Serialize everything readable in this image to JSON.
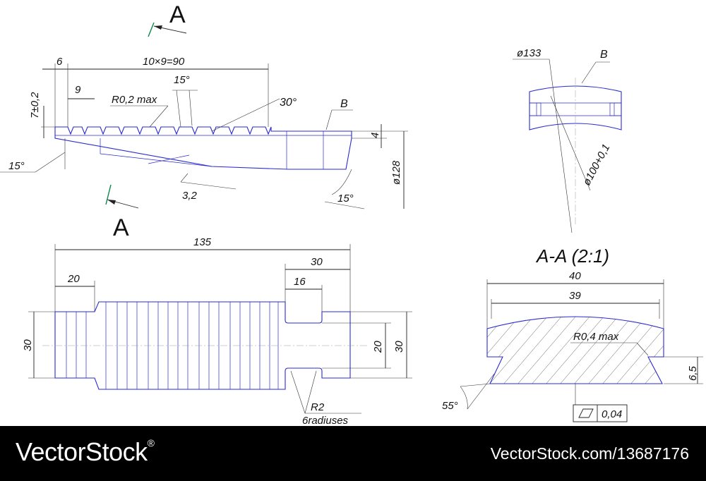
{
  "drawing": {
    "section_marker_top": "A",
    "section_marker_bottom": "A",
    "section_title": "A-A (2:1)",
    "side_view": {
      "dim_pitch_total": "10×9=90",
      "dim_start": "6",
      "dim_pitch": "9",
      "dim_height": "7±0,2",
      "dim_radius": "R0,2 max",
      "angle_tooth": "15°",
      "angle_end": "30°",
      "angle_bottom": "15°",
      "angle_right": "15°",
      "dim_slope": "3,2",
      "label_b": "B",
      "dim_step": "4",
      "dim_dia": "ø128"
    },
    "top_view": {
      "dim_length": "135",
      "dim_left": "20",
      "dim_right": "30",
      "dim_slot": "16",
      "dim_height_left": "30",
      "dim_height_inner": "20",
      "dim_height_right": "30",
      "note_radius": "R2",
      "note_count": "6radiuses"
    },
    "section_small": {
      "dim_dia_outer": "ø133",
      "label_b": "B",
      "dim_dia_inner": "ø100+0,1"
    },
    "section_aa": {
      "dim_width": "40",
      "dim_width_inner": "39",
      "dim_radius": "R0,4 max",
      "dim_height": "6,5",
      "angle": "55°",
      "tolerance": "0,04"
    }
  },
  "footer": {
    "brand": "VectorStock",
    "brand_mark": "®",
    "url": "VectorStock.com/13687176"
  },
  "colors": {
    "part_line": "#2b2bd0",
    "section_arrow": "#0a8a4a",
    "footer_bg": "#000000"
  }
}
